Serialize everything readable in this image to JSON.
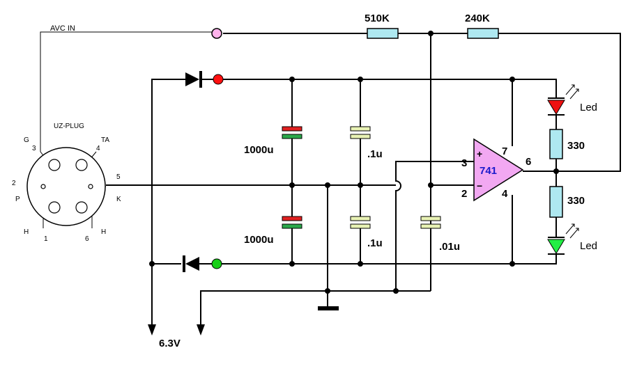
{
  "avc_label": "AVC IN",
  "plug": {
    "title": "UZ-PLUG",
    "pin_names": {
      "g": "G",
      "ta": "TA",
      "p": "P",
      "k": "K",
      "h_left": "H",
      "h_right": "H"
    },
    "pin_numbers": {
      "n1": "1",
      "n2": "2",
      "n3": "3",
      "n4": "4",
      "n5": "5",
      "n6": "6"
    }
  },
  "resistors": {
    "r1": "510K",
    "r2": "240K",
    "r3": "330",
    "r4": "330"
  },
  "capacitors": {
    "c1": "1000u",
    "c2": "1000u",
    "c3": ".1u",
    "c4": ".1u",
    "c5": ".01u"
  },
  "opamp": {
    "name": "741",
    "plus": "+",
    "minus": "−",
    "pin3": "3",
    "pin2": "2",
    "pin7": "7",
    "pin4": "4",
    "pin6": "6"
  },
  "leds": {
    "top": "Led",
    "bottom": "Led"
  },
  "supply_label": "6.3V",
  "colors": {
    "resistor": "#aee8f0",
    "cap_top_red": "#e02020",
    "cap_green": "#2aa84a",
    "cap_pale": "#e8f2b4",
    "opamp_fill": "#f2a8f2",
    "opamp_text": "#1a1acc",
    "led_red": "#ee1111",
    "led_green": "#22ee44",
    "terminal_pink": "#ffb3ec",
    "terminal_red": "#ff1010",
    "terminal_green": "#18d018"
  }
}
